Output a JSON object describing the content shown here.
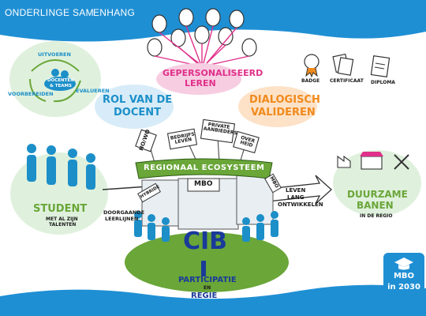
{
  "header": {
    "title_part1": "ONDERLINGE SAM",
    "title_part2": "ENHANG"
  },
  "colors": {
    "header_blue": "#1f8fd4",
    "magenta": "#e0308a",
    "orange": "#f08a1c",
    "teal": "#1c8fc9",
    "green": "#6aa638",
    "navy": "#1a3a9a"
  },
  "cycle": {
    "step_top": "UITVOEREN",
    "step_left": "VOORBEREIDEN",
    "step_right": "EVALUEREN",
    "center_line1": "DOCENTEN",
    "center_line2": "& TEAMS"
  },
  "personalised": {
    "line1": "GEPERSONALISEERD",
    "line2": "LEREN"
  },
  "teacher_role": {
    "line1": "ROL VAN DE",
    "line2": "DOCENT"
  },
  "dialogic": {
    "line1": "DIALOGISCH",
    "line2": "VALIDEREN"
  },
  "credentials": {
    "badge": "BADGE",
    "certificate": "CERTIFICAAT",
    "diploma": "DIPLOMA"
  },
  "signs": {
    "ho_wo": "HO/WO",
    "business": "BEDRIJFS LEVEN",
    "private": "PRIVATE AANBIEDERS",
    "government": "OVER HEID",
    "regional": "REGIONAAL ECOSYSTEEM",
    "mbo": "MBO",
    "school": "MBO",
    "hybride": "HYBRIDE",
    "brand": "CIB"
  },
  "student": {
    "title": "STUDENT",
    "sub1": "MET AL ZIJN",
    "sub2": "TALENTEN"
  },
  "pathways": {
    "line1": "DOORGAANDE",
    "line2": "LEERLIJNEN"
  },
  "lifelong": {
    "line1": "LEVEN",
    "line2": "LANG",
    "line3": "ONTWIKKELEN"
  },
  "jobs": {
    "line1": "DUURZAME",
    "line2": "BANEN",
    "sub": "IN DE REGIO"
  },
  "participation": {
    "line1": "PARTICIPATIE",
    "line2": "EN",
    "line3": "REGIE"
  },
  "corner_badge": {
    "line1": "MBO",
    "line2": "in 2030"
  }
}
